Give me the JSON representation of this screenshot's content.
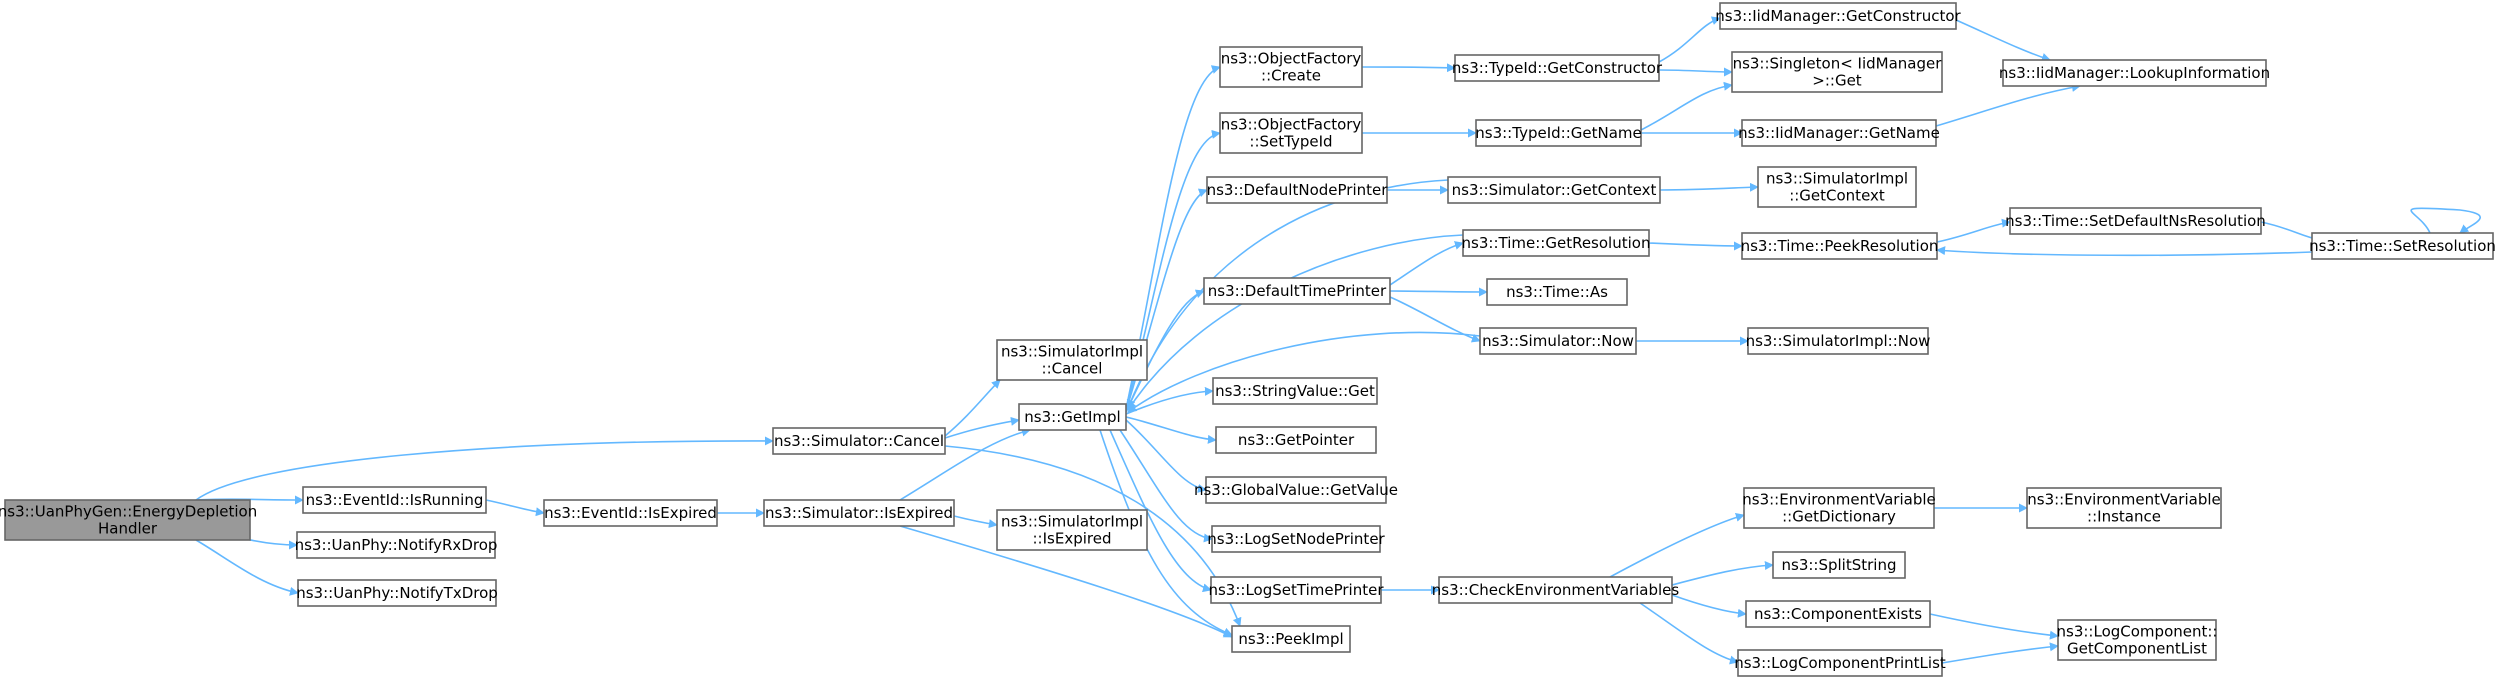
{
  "colors": {
    "edge": "#63b8ff",
    "node_border": "#666666",
    "root_fill": "#999999",
    "node_fill": "#ffffff"
  },
  "nodes": [
    {
      "id": "root",
      "lines": [
        "ns3::UanPhyGen::EnergyDepletion",
        "Handler"
      ],
      "root": true
    },
    {
      "id": "cancel",
      "lines": [
        "ns3::Simulator::Cancel"
      ]
    },
    {
      "id": "isrunning",
      "lines": [
        "ns3::EventId::IsRunning"
      ]
    },
    {
      "id": "notifyrx",
      "lines": [
        "ns3::UanPhy::NotifyRxDrop"
      ]
    },
    {
      "id": "notifytx",
      "lines": [
        "ns3::UanPhy::NotifyTxDrop"
      ]
    },
    {
      "id": "implcancel",
      "lines": [
        "ns3::SimulatorImpl",
        "::Cancel"
      ]
    },
    {
      "id": "getimpl",
      "lines": [
        "ns3::GetImpl"
      ]
    },
    {
      "id": "peekimpl",
      "lines": [
        "ns3::PeekImpl"
      ]
    },
    {
      "id": "evexpired",
      "lines": [
        "ns3::EventId::IsExpired"
      ]
    },
    {
      "id": "simexpired",
      "lines": [
        "ns3::Simulator::IsExpired"
      ]
    },
    {
      "id": "implexpired",
      "lines": [
        "ns3::SimulatorImpl",
        "::IsExpired"
      ]
    },
    {
      "id": "ofcreate",
      "lines": [
        "ns3::ObjectFactory",
        "::Create"
      ]
    },
    {
      "id": "ofsettypeid",
      "lines": [
        "ns3::ObjectFactory",
        "::SetTypeId"
      ]
    },
    {
      "id": "defnodeprinter",
      "lines": [
        "ns3::DefaultNodePrinter"
      ]
    },
    {
      "id": "deftimeprinter",
      "lines": [
        "ns3::DefaultTimePrinter"
      ]
    },
    {
      "id": "stringget",
      "lines": [
        "ns3::StringValue::Get"
      ]
    },
    {
      "id": "getpointer",
      "lines": [
        "ns3::GetPointer"
      ]
    },
    {
      "id": "globalget",
      "lines": [
        "ns3::GlobalValue::GetValue"
      ]
    },
    {
      "id": "logsetnode",
      "lines": [
        "ns3::LogSetNodePrinter"
      ]
    },
    {
      "id": "logsettime",
      "lines": [
        "ns3::LogSetTimePrinter"
      ]
    },
    {
      "id": "typeidgetctor",
      "lines": [
        "ns3::TypeId::GetConstructor"
      ]
    },
    {
      "id": "typeidgetname",
      "lines": [
        "ns3::TypeId::GetName"
      ]
    },
    {
      "id": "simgetcontext",
      "lines": [
        "ns3::Simulator::GetContext"
      ]
    },
    {
      "id": "timegetres",
      "lines": [
        "ns3::Time::GetResolution"
      ]
    },
    {
      "id": "timeas",
      "lines": [
        "ns3::Time::As"
      ]
    },
    {
      "id": "simnow",
      "lines": [
        "ns3::Simulator::Now"
      ]
    },
    {
      "id": "checkenv",
      "lines": [
        "ns3::CheckEnvironmentVariables"
      ]
    },
    {
      "id": "iidgetctor",
      "lines": [
        "ns3::IidManager::GetConstructor"
      ]
    },
    {
      "id": "singleton",
      "lines": [
        "ns3::Singleton< IidManager",
        " >::Get"
      ]
    },
    {
      "id": "iidgetname",
      "lines": [
        "ns3::IidManager::GetName"
      ]
    },
    {
      "id": "implgetcontext",
      "lines": [
        "ns3::SimulatorImpl",
        "::GetContext"
      ]
    },
    {
      "id": "timepeekres",
      "lines": [
        "ns3::Time::PeekResolution"
      ]
    },
    {
      "id": "implnow",
      "lines": [
        "ns3::SimulatorImpl::Now"
      ]
    },
    {
      "id": "envgetdict",
      "lines": [
        "ns3::EnvironmentVariable",
        "::GetDictionary"
      ]
    },
    {
      "id": "splitstring",
      "lines": [
        "ns3::SplitString"
      ]
    },
    {
      "id": "compexists",
      "lines": [
        "ns3::ComponentExists"
      ]
    },
    {
      "id": "logcompprint",
      "lines": [
        "ns3::LogComponentPrintList"
      ]
    },
    {
      "id": "iidlookup",
      "lines": [
        "ns3::IidManager::LookupInformation"
      ]
    },
    {
      "id": "setdefaultns",
      "lines": [
        "ns3::Time::SetDefaultNsResolution"
      ]
    },
    {
      "id": "envinstance",
      "lines": [
        "ns3::EnvironmentVariable",
        "::Instance"
      ]
    },
    {
      "id": "logcompget",
      "lines": [
        "ns3::LogComponent::",
        "GetComponentList"
      ]
    },
    {
      "id": "setres",
      "lines": [
        "ns3::Time::SetResolution"
      ]
    }
  ]
}
